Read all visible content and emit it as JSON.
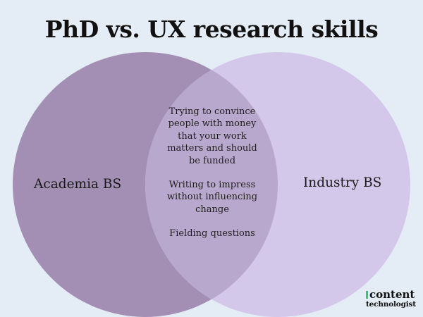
{
  "title": "PhD vs. UX research skills",
  "colors": {
    "background": "#E4EDF5",
    "left_circle": "#A38FB3",
    "right_circle": "#D3C7EA",
    "overlap": "#B9A8CE",
    "logo_accent": "#2ECC71"
  },
  "venn": {
    "left": {
      "label": "Academia BS"
    },
    "right": {
      "label": "Industry BS"
    },
    "overlap": {
      "items": [
        "Trying to convince people with money that your work matters and should be funded",
        "Writing to impress without influencing change",
        "Fielding questions"
      ]
    }
  },
  "logo": {
    "line1": "content",
    "line2": "technologist"
  }
}
